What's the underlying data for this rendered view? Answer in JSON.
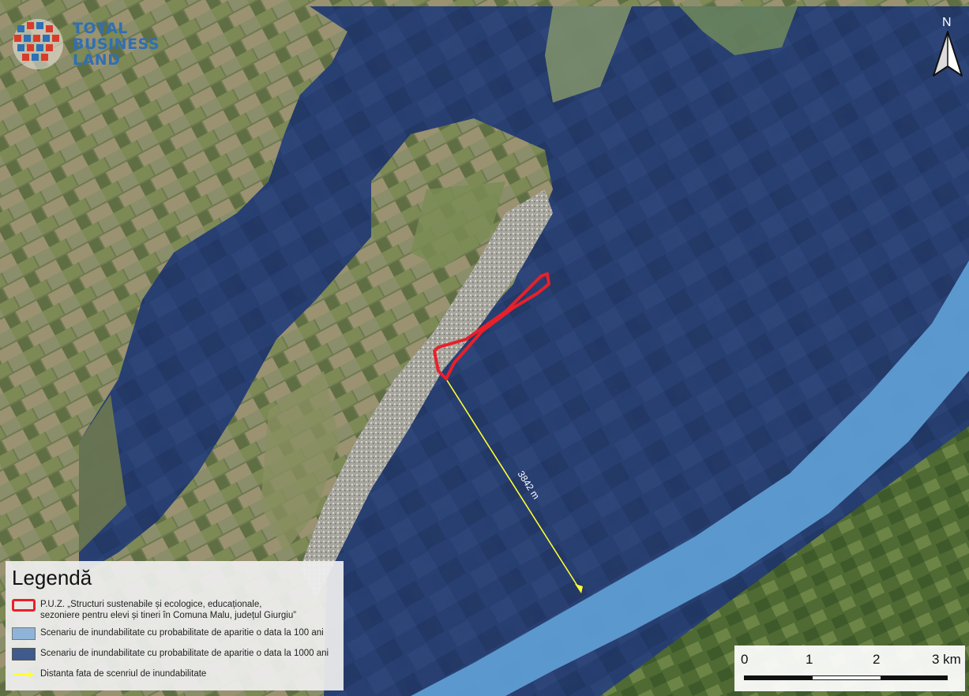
{
  "map": {
    "brand": {
      "lines": [
        "TOTAL",
        "BUSINESS",
        "LAND"
      ],
      "color": "#2f6fb4"
    },
    "north_arrow_label": "N",
    "distance_annotation": {
      "text": "3842 m",
      "color": "#ffff33"
    },
    "legend": {
      "title": "Legendă",
      "items": [
        {
          "label": "P.U.Z. „Structuri sustenabile și ecologice, educaționale,\nsezoniere pentru elevi și tineri în Comuna Malu, județul Giurgiu”",
          "symbol": "outline",
          "color": "#e8202a"
        },
        {
          "label": "Scenariu de inundabilitate cu probabilitate de aparitie o data la 100 ani",
          "symbol": "fill",
          "color": "#8fb4d8"
        },
        {
          "label": "Scenariu de inundabilitate cu probabilitate de aparitie o data la 1000 ani",
          "symbol": "fill",
          "color": "#3f5a8c"
        },
        {
          "label": "Distanta fata de scenriul de inundabilitate",
          "symbol": "arrow",
          "color": "#ffff33"
        }
      ]
    },
    "scale_bar": {
      "labels": [
        "0",
        "1",
        "2",
        "3 km"
      ]
    },
    "layer_colors": {
      "flood_1000": "#243c72",
      "flood_100": "#5f9fd6",
      "fields": "#6f7a4c",
      "settlement": "#a6a49a",
      "puz_outline": "#e8202a"
    }
  }
}
